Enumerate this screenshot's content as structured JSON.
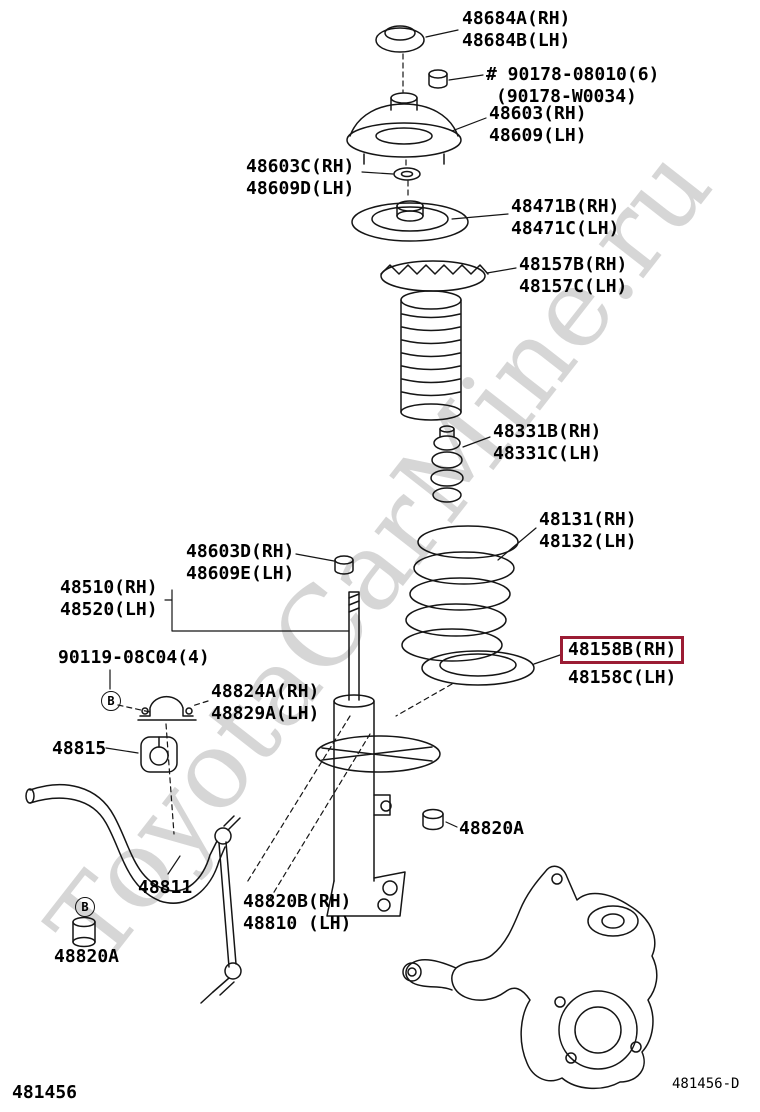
{
  "page": {
    "watermark": "ToyotaCarMine.ru",
    "code_bottom_left": "481456",
    "code_bottom_right": "481456-D",
    "highlight_color": "#9b1c34"
  },
  "labels": {
    "cap": {
      "line1": "48684A(RH)",
      "line2": "48684B(LH)"
    },
    "nut_top": {
      "line1": "# 90178-08010(6)",
      "line2": "(90178-W0034)"
    },
    "support": {
      "line1": "48603(RH)",
      "line2": "48609(LH)"
    },
    "bearing": {
      "line1": "48603C(RH)",
      "line2": "48609D(LH)"
    },
    "upper_seat": {
      "line1": "48471B(RH)",
      "line2": "48471C(LH)"
    },
    "upper_insulator": {
      "line1": "48157B(RH)",
      "line2": "48157C(LH)"
    },
    "bumper": {
      "line1": "48331B(RH)",
      "line2": "48331C(LH)"
    },
    "coil_spring": {
      "line1": "48131(RH)",
      "line2": "48132(LH)"
    },
    "nut_strut": {
      "line1": "48603D(RH)",
      "line2": "48609E(LH)"
    },
    "shock": {
      "line1": "48510(RH)",
      "line2": "48520(LH)"
    },
    "lower_insulator_rh": {
      "line1": "48158B(RH)"
    },
    "lower_insulator_lh": {
      "line1": "48158C(LH)"
    },
    "bolt": {
      "line1": "90119-08C04(4)"
    },
    "bracket": {
      "line1": "48824A(RH)",
      "line2": "48829A(LH)"
    },
    "bushing": {
      "line1": "48815"
    },
    "nut_link": {
      "line1": "48820A"
    },
    "stabilizer_bar": {
      "line1": "48811"
    },
    "link": {
      "line1": "48820B(RH)",
      "line2": "48810 (LH)"
    },
    "bushing_link": {
      "line1": "48820A"
    },
    "callout_b": "B"
  }
}
